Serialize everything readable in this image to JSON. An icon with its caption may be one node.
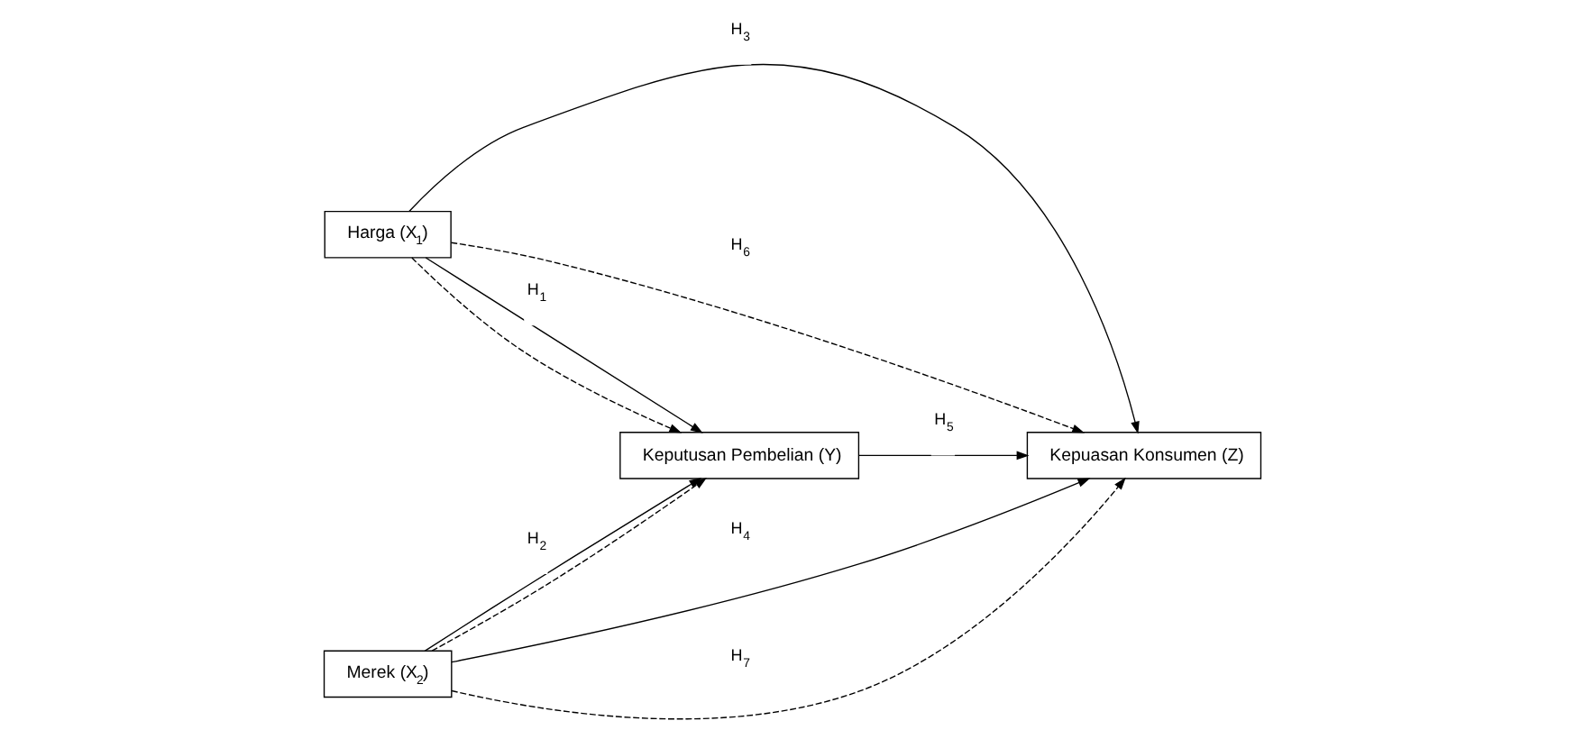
{
  "diagram": {
    "nodes": [
      {
        "text": [
          "Harga (X$_{1}$)"
        ]
      },
      {
        "text": [
          "Merek (X$_{2}$)"
        ]
      },
      {
        "text": [
          "Keputusan Pembelian (Y)"
        ]
      },
      {
        "text": [
          "Kepuasan Konsumen (Z)"
        ]
      }
    ],
    "edges": [
      {
        "from": 0,
        "to": 2,
        "arrow": "to",
        "label": "H$_{1}$"
      },
      {
        "from": 1,
        "to": 2,
        "arrow": "to",
        "label": "H$_{2}$"
      },
      {
        "from": 0,
        "to": 3,
        "arrow": "to",
        "label": "H$_{3}$"
      },
      {
        "from": 1,
        "to": 3,
        "arrow": "to",
        "label": "H$_{4}$"
      },
      {
        "from": 2,
        "to": 3,
        "arrow": "to",
        "label": "H$_{5}$"
      },
      {
        "from": 0,
        "to": 2,
        "arrow": "to",
        "style": "dashed"
      },
      {
        "from": 0,
        "to": 3,
        "arrow": "to",
        "style": "dashed",
        "label": "H$_{6}$"
      },
      {
        "from": 1,
        "to": 2,
        "arrow": "to",
        "style": "dashed"
      },
      {
        "from": 1,
        "to": 3,
        "arrow": "to",
        "style": "dashed",
        "label": "H$_{7}$"
      }
    ]
  }
}
